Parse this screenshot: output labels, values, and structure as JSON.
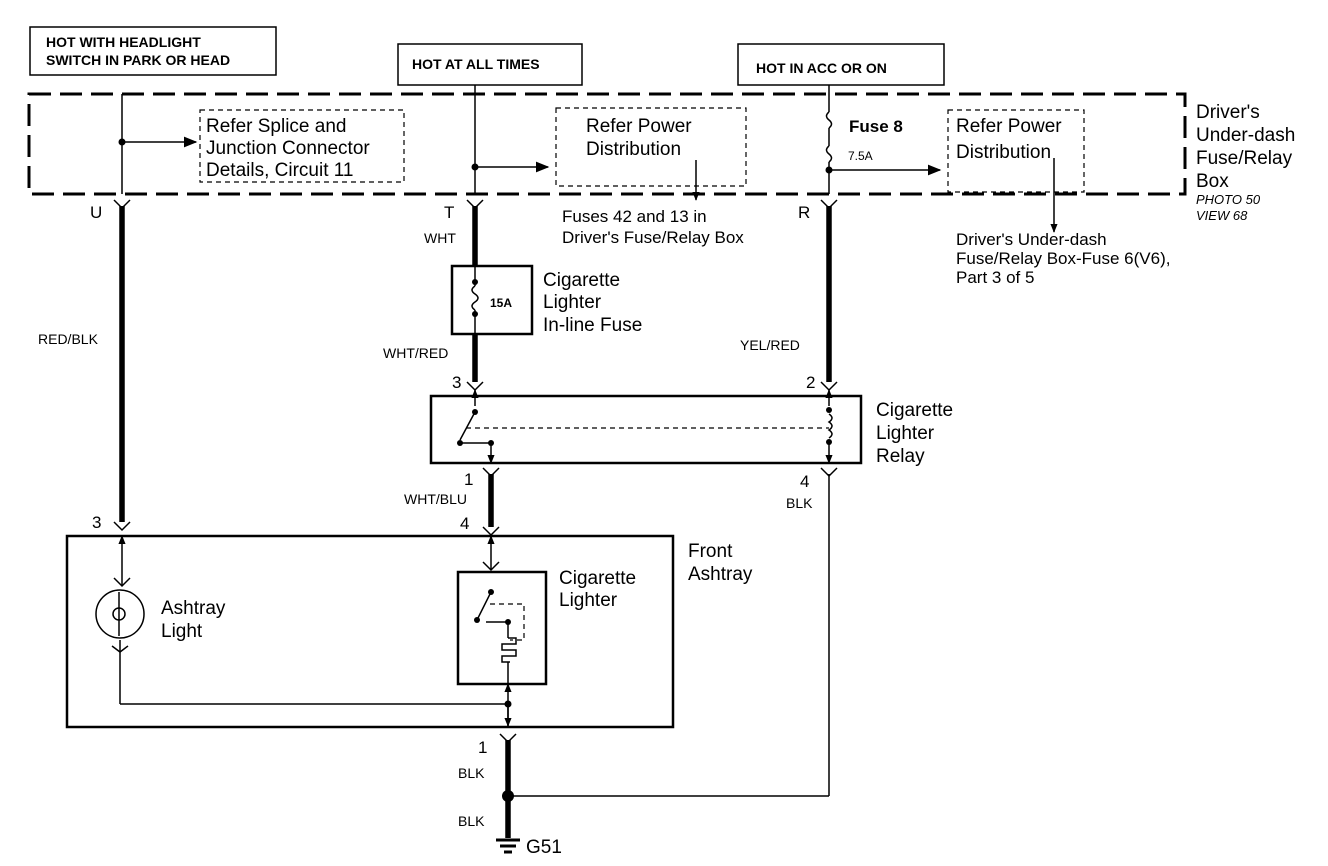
{
  "sources": {
    "headlight": [
      "HOT WITH HEADLIGHT",
      "SWITCH IN PARK OR HEAD"
    ],
    "always": "HOT AT ALL TIMES",
    "acc": "HOT IN ACC OR ON"
  },
  "fuse_box": {
    "name_lines": [
      "Driver's",
      "Under-dash",
      "Fuse/Relay",
      "Box"
    ],
    "photo": "PHOTO 50",
    "view": "VIEW 68",
    "splice_ref": [
      "Refer Splice and",
      "Junction Connector",
      "Details, Circuit 11"
    ],
    "power_ref_1": [
      "Refer Power",
      "Distribution"
    ],
    "power_ref_2": [
      "Refer Power",
      "Distribution"
    ],
    "fuse8_label": "Fuse 8",
    "fuse8_rating": "7.5A",
    "fuses_note": [
      "Fuses 42 and 13 in",
      "Driver's Fuse/Relay Box"
    ],
    "under_dash_note": [
      "Driver's Under-dash",
      "Fuse/Relay Box-Fuse 6(V6),",
      "Part 3 of 5"
    ]
  },
  "terminals": {
    "u": "U",
    "t": "T",
    "r": "R"
  },
  "wires": {
    "wht": "WHT",
    "red_blk": "RED/BLK",
    "wht_red": "WHT/RED",
    "yel_red": "YEL/RED",
    "wht_blu": "WHT/BLU",
    "blk_relay": "BLK",
    "blk_1": "BLK",
    "blk_2": "BLK"
  },
  "inline_fuse": {
    "rating": "15A",
    "label": [
      "Cigarette",
      "Lighter",
      "In-line Fuse"
    ]
  },
  "relay": {
    "label": [
      "Cigarette",
      "Lighter",
      "Relay"
    ],
    "pin_3": "3",
    "pin_2": "2",
    "pin_1": "1",
    "pin_4": "4"
  },
  "ashtray": {
    "label": [
      "Front",
      "Ashtray"
    ],
    "pin_3": "3",
    "pin_4": "4",
    "pin_1": "1",
    "light_label": [
      "Ashtray",
      "Light"
    ],
    "lighter_label": [
      "Cigarette",
      "Lighter"
    ]
  },
  "ground": "G51"
}
